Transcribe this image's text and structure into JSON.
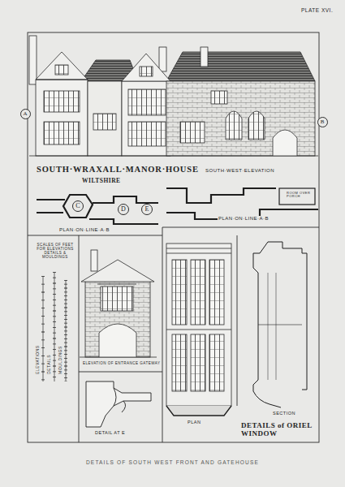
{
  "diagram": {
    "title": "SOUTH·WRAXALL·MANOR·HOUSE",
    "caption": "DETAILS OF SOUTH WEST FRONT AND GATEHOUSE",
    "nodes": [
      {
        "text": [
          "A"
        ]
      },
      {
        "text": [
          "B"
        ]
      },
      {
        "text": [
          "C"
        ]
      },
      {
        "text": [
          "D"
        ]
      },
      {
        "text": [
          "E"
        ]
      }
    ],
    "labels": [
      "PLATE XVI.",
      "WILTSHIRE",
      "SOUTH·WEST·ELEVATION",
      "PLAN·ON·LINE·A·B",
      "PLAN·ON·LINE·A·B",
      "ROOM OVER PORCH",
      "SCALES OF FEET FOR ELEVATIONS DETAILS & MOULDINGS",
      "ELEVATIONS",
      "DETAILS",
      "MOULDINGS",
      "ELEVATION OF ENTRANCE GATEWAY",
      "DETAIL AT E",
      "PLAN",
      "SECTION",
      "DETAILS of ORIEL WINDOW"
    ]
  }
}
